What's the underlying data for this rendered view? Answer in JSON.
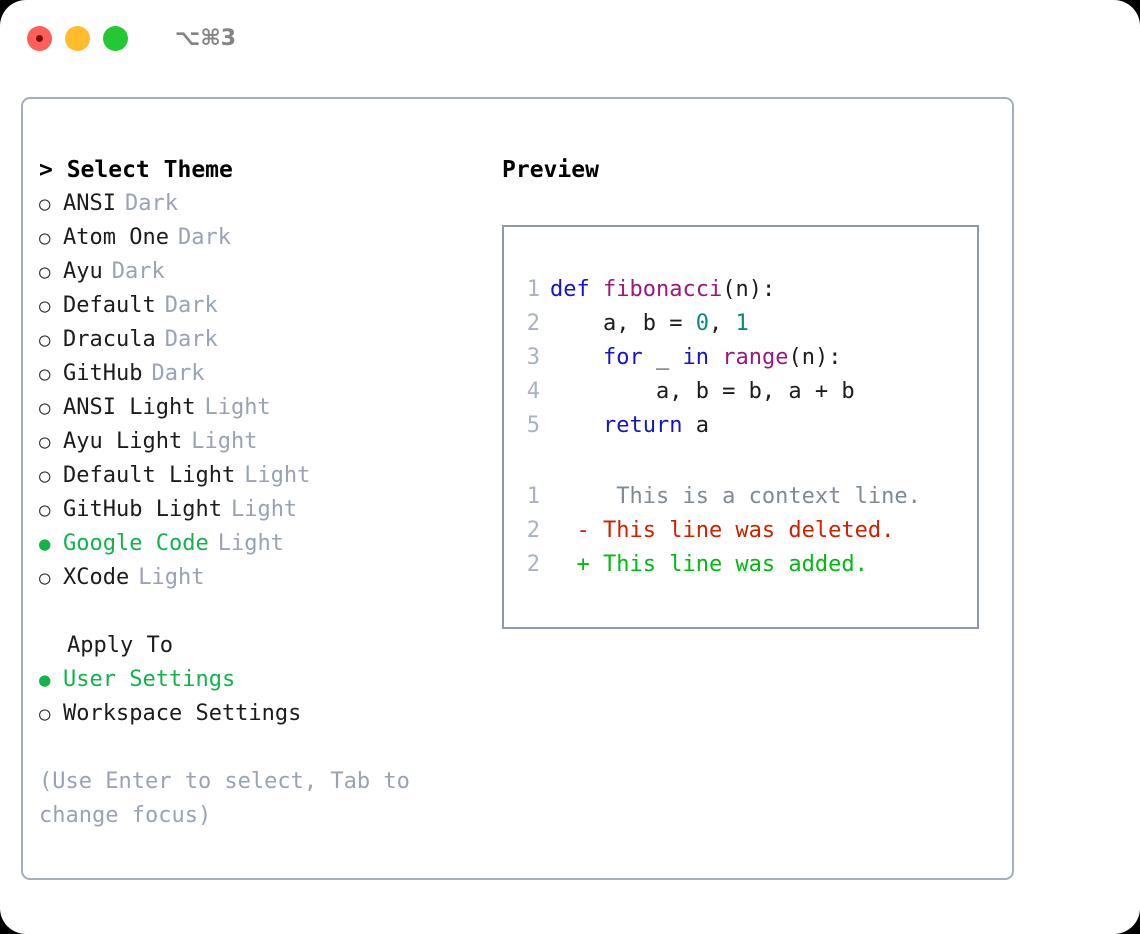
{
  "titlebar": {
    "shortcut": "⌥⌘3",
    "lights": [
      "close",
      "minimize",
      "maximize"
    ]
  },
  "theme_list": {
    "header": "> Select Theme",
    "items": [
      {
        "marker": "○",
        "name": "ANSI",
        "variant": "Dark",
        "selected": false
      },
      {
        "marker": "○",
        "name": "Atom One",
        "variant": "Dark",
        "selected": false
      },
      {
        "marker": "○",
        "name": "Ayu",
        "variant": "Dark",
        "selected": false
      },
      {
        "marker": "○",
        "name": "Default",
        "variant": "Dark",
        "selected": false
      },
      {
        "marker": "○",
        "name": "Dracula",
        "variant": "Dark",
        "selected": false
      },
      {
        "marker": "○",
        "name": "GitHub",
        "variant": "Dark",
        "selected": false
      },
      {
        "marker": "○",
        "name": "ANSI Light",
        "variant": "Light",
        "selected": false
      },
      {
        "marker": "○",
        "name": "Ayu Light",
        "variant": "Light",
        "selected": false
      },
      {
        "marker": "○",
        "name": "Default Light",
        "variant": "Light",
        "selected": false
      },
      {
        "marker": "○",
        "name": "GitHub Light",
        "variant": "Light",
        "selected": false
      },
      {
        "marker": "●",
        "name": "Google Code",
        "variant": "Light",
        "selected": true
      },
      {
        "marker": "○",
        "name": "XCode",
        "variant": "Light",
        "selected": false
      }
    ]
  },
  "apply_to": {
    "header": "Apply To",
    "items": [
      {
        "marker": "●",
        "name": "User Settings",
        "selected": true
      },
      {
        "marker": "○",
        "name": "Workspace Settings",
        "selected": false
      }
    ]
  },
  "hint": "(Use Enter to select, Tab to change focus)",
  "preview": {
    "header": "Preview",
    "code": [
      {
        "no": "1",
        "tokens": [
          {
            "t": "def",
            "c": "kw"
          },
          {
            "t": " ",
            "c": "pl"
          },
          {
            "t": "fibonacci",
            "c": "fn"
          },
          {
            "t": "(n):",
            "c": "punc"
          }
        ]
      },
      {
        "no": "2",
        "tokens": [
          {
            "t": "    a, b = ",
            "c": "pl"
          },
          {
            "t": "0",
            "c": "num"
          },
          {
            "t": ", ",
            "c": "pl"
          },
          {
            "t": "1",
            "c": "num"
          }
        ]
      },
      {
        "no": "3",
        "tokens": [
          {
            "t": "    ",
            "c": "pl"
          },
          {
            "t": "for",
            "c": "kw"
          },
          {
            "t": " _ ",
            "c": "pl"
          },
          {
            "t": "in",
            "c": "kw"
          },
          {
            "t": " ",
            "c": "pl"
          },
          {
            "t": "range",
            "c": "fn"
          },
          {
            "t": "(n):",
            "c": "punc"
          }
        ]
      },
      {
        "no": "4",
        "tokens": [
          {
            "t": "        a, b = b, a + b",
            "c": "pl"
          }
        ]
      },
      {
        "no": "5",
        "tokens": [
          {
            "t": "    ",
            "c": "pl"
          },
          {
            "t": "return",
            "c": "kw"
          },
          {
            "t": " a",
            "c": "pl"
          }
        ]
      }
    ],
    "diff": [
      {
        "no": "1",
        "sign": " ",
        "text": "  This is a context line.",
        "kind": "ctx"
      },
      {
        "no": "2",
        "sign": "-",
        "text": " This line was deleted.",
        "kind": "del"
      },
      {
        "no": "2",
        "sign": "+",
        "text": " This line was added.",
        "kind": "add"
      }
    ]
  },
  "colors": {
    "selected_green": "#13b34a",
    "diff_added": "#00bb11",
    "diff_deleted": "#cc2200",
    "keyword": "#1414cf",
    "function": "#9c177e",
    "number": "#0b8a7a",
    "muted": "#9aa3b2",
    "border": "#a4aebe"
  }
}
